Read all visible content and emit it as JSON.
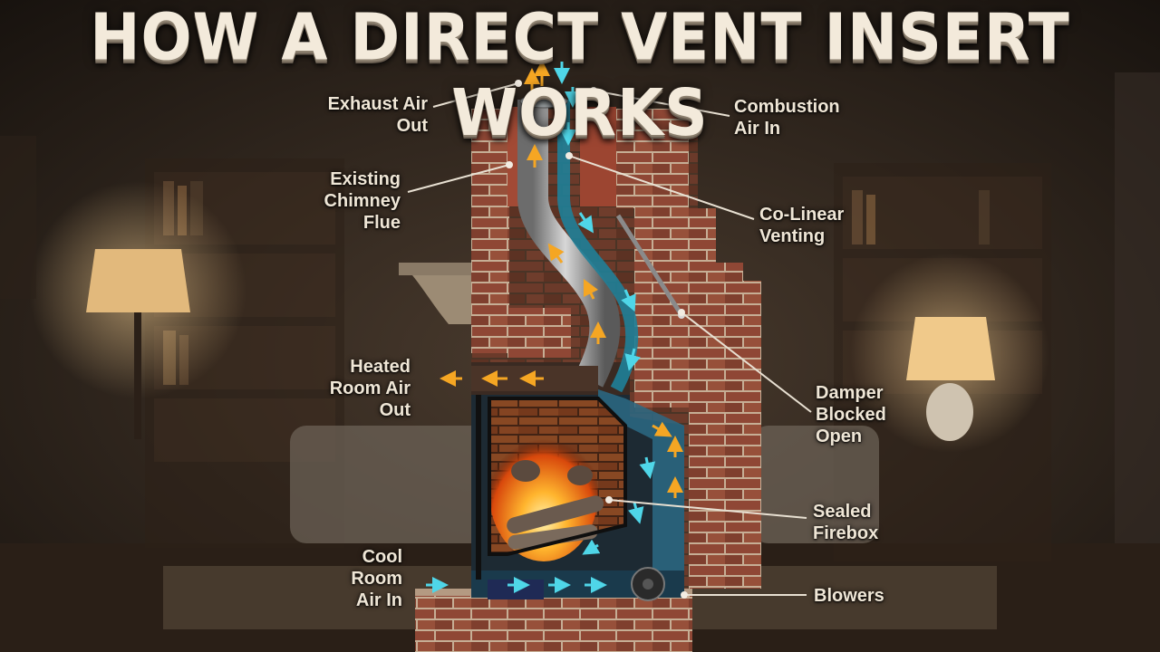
{
  "title": "HOW A DIRECT VENT INSERT WORKS",
  "labels": {
    "exhaust_air_out": "Exhaust Air\nOut",
    "combustion_air_in": "Combustion\nAir In",
    "existing_chimney_flue": "Existing\nChimney\nFlue",
    "co_linear_venting": "Co-Linear\nVenting",
    "heated_room_air_out": "Heated\nRoom Air\nOut",
    "damper_blocked_open": "Damper\nBlocked\nOpen",
    "sealed_firebox": "Sealed\nFirebox",
    "cool_room_air_in": "Cool\nRoom\nAir In",
    "blowers": "Blowers"
  },
  "colors": {
    "hot_air": "#f5a623",
    "cool_air": "#4fd6e8",
    "brick": "#8e4a36",
    "mortar": "#c9b49c",
    "label_text": "#efe6d6"
  }
}
